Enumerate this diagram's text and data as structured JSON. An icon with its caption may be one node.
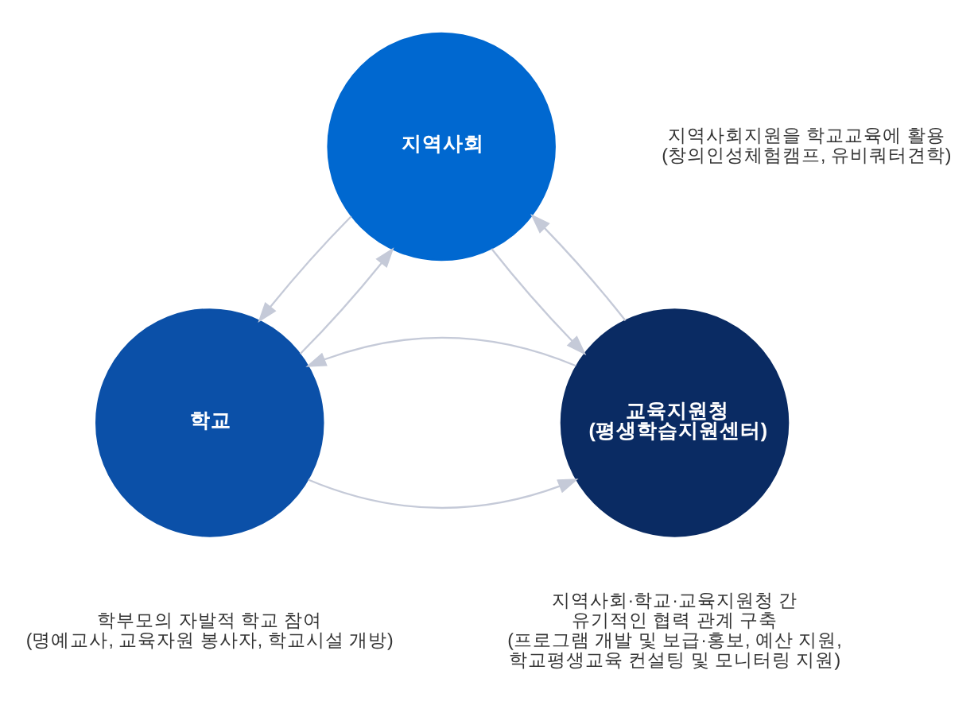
{
  "diagram": {
    "nodes": [
      {
        "text": [
          "지역사회"
        ],
        "beside": [
          "지역사회지원을 학교교육에 활용",
          "(창의인성체험캠프, 유비쿼터견학)"
        ]
      },
      {
        "text": [
          "학교"
        ],
        "beside": [
          "학부모의 자발적 학교 참여",
          "(명예교사, 교육자원 봉사자, 학교시설 개방)"
        ]
      },
      {
        "text": [
          "교육지원청",
          "(평생학습지원센터)"
        ],
        "beside": [
          "지역사회·학교·교육지원청 간 유기적인 협력 관계 구축",
          "(프로그램 개발 및 보급·홍보, 예산 지원, 학교평생교육 컨설팅 및 모니터링 지원)"
        ]
      }
    ],
    "edges": [
      {
        "from": 1,
        "to": 0,
        "arrow": "to"
      },
      {
        "from": 0,
        "to": 1,
        "arrow": "to"
      },
      {
        "from": 0,
        "to": 2,
        "arrow": "to"
      },
      {
        "from": 2,
        "to": 0,
        "arrow": "to"
      },
      {
        "from": 1,
        "to": 2,
        "arrow": "to"
      },
      {
        "from": 2,
        "to": 1,
        "arrow": "to"
      }
    ]
  }
}
